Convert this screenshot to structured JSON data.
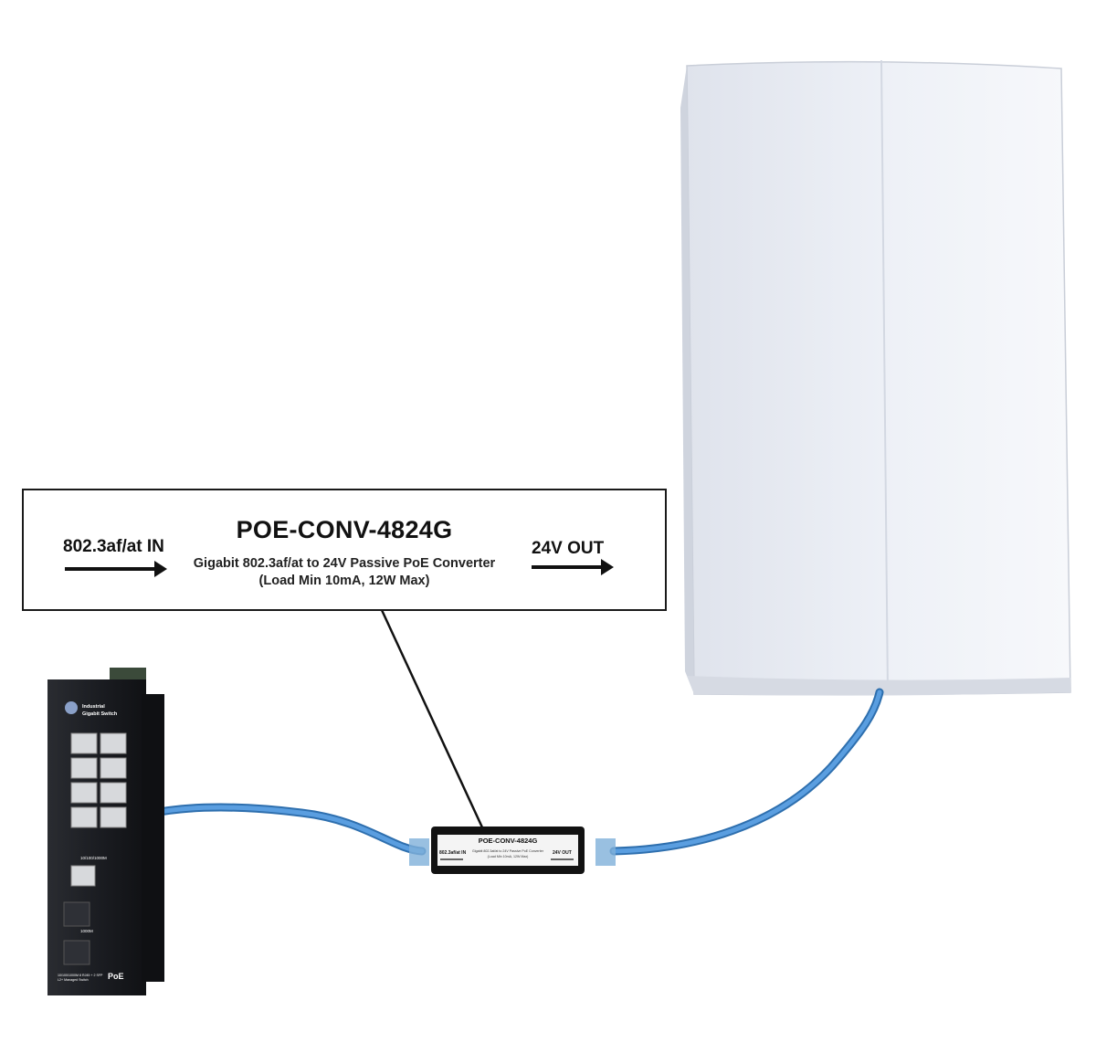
{
  "converter": {
    "model": "POE-CONV-4824G",
    "description": "Gigabit 802.3af/at to 24V Passive PoE Converter",
    "load_spec": "(Load Min 10mA, 12W Max)",
    "input_label": "802.3af/at IN",
    "output_label": "24V OUT",
    "body_input_label": "802.3af/at IN",
    "body_output_label": "24V OUT",
    "body_description": "Gigabit 802.3af/at to 24V Passive PoE Converter",
    "body_load_spec": "(Load Min 10mA, 12W Max)"
  },
  "switch": {
    "line1": "Industrial",
    "line2": "Gigabit Switch",
    "speed_label": "10/100/1000M",
    "sfp_label": "1000M",
    "poe_badge": "PoE",
    "bottom_line1": "10/100/1000M 8 RJ45 + 2 SFP",
    "bottom_line2": "L2+ Managed Switch"
  },
  "colors": {
    "cable": "#4a8fd4",
    "switch_body": "#1b1d22",
    "antenna": "#eef0f6",
    "converter_body": "#121212"
  }
}
